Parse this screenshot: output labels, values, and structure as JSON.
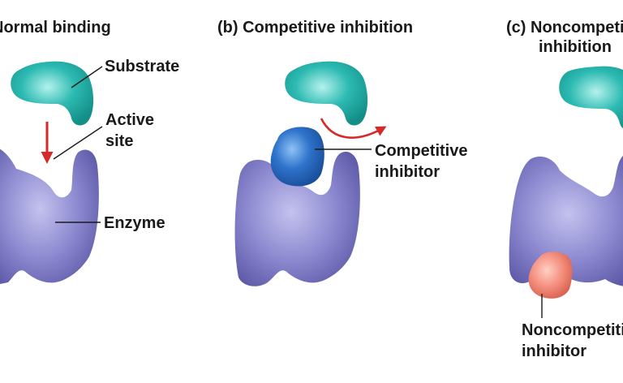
{
  "panels": {
    "a": {
      "title": "(a) Normal binding"
    },
    "b": {
      "title": "(b) Competitive inhibition"
    },
    "c": {
      "title_line1": "(c) Noncompetitive",
      "title_line2": "inhibition"
    }
  },
  "labels": {
    "substrate": "Substrate",
    "active_site_line1": "Active",
    "active_site_line2": "site",
    "enzyme": "Enzyme",
    "competitive_line1": "Competitive",
    "competitive_line2": "inhibitor",
    "noncompetitive_line1": "Noncompetitive",
    "noncompetitive_line2": "inhibitor"
  },
  "colors": {
    "enzyme": "#7b78c4",
    "substrate": "#22b0a8",
    "competitive_inhibitor": "#2f6ec4",
    "noncompetitive_inhibitor": "#f08a78",
    "arrow": "#d62a2a"
  }
}
